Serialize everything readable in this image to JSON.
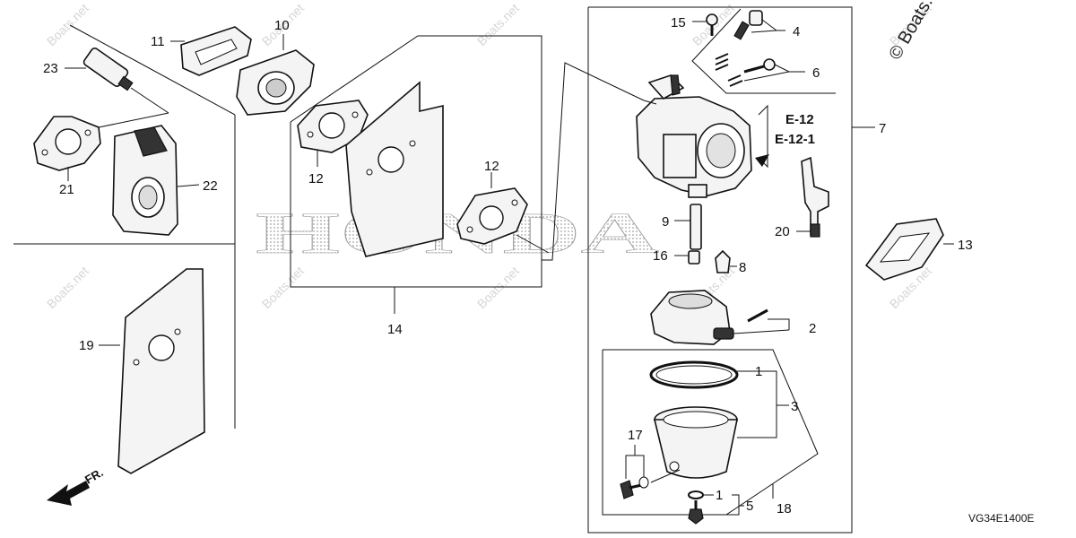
{
  "diagram": {
    "catalog_code": "VG34E1400E",
    "copyright": "© Boats.net",
    "watermark": "Boats.net",
    "brand_mark": "HONDA",
    "front_label": "FR.",
    "ref_a": "E-12",
    "ref_b": "E-12-1",
    "callouts": {
      "c1a": "1",
      "c1b": "1",
      "c2": "2",
      "c3": "3",
      "c4": "4",
      "c5": "5",
      "c6": "6",
      "c7": "7",
      "c8": "8",
      "c9": "9",
      "c10": "10",
      "c11": "11",
      "c12a": "12",
      "c12b": "12",
      "c13": "13",
      "c14": "14",
      "c15": "15",
      "c16": "16",
      "c17": "17",
      "c18": "18",
      "c19": "19",
      "c20": "20",
      "c21": "21",
      "c22": "22",
      "c23": "23"
    }
  }
}
